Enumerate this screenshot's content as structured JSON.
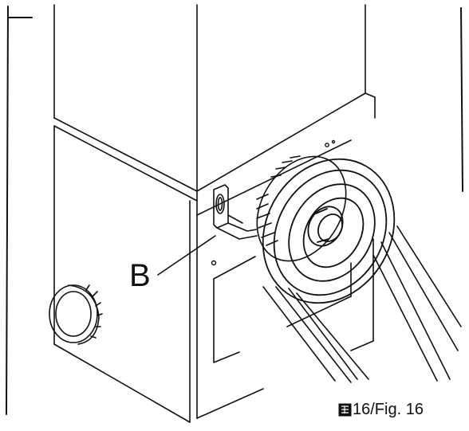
{
  "diagram": {
    "callout_label": "B",
    "caption": {
      "cjk_glyph": "图",
      "text": "16/Fig. 16"
    },
    "line_color": "#111111",
    "background_color": "#ffffff"
  }
}
